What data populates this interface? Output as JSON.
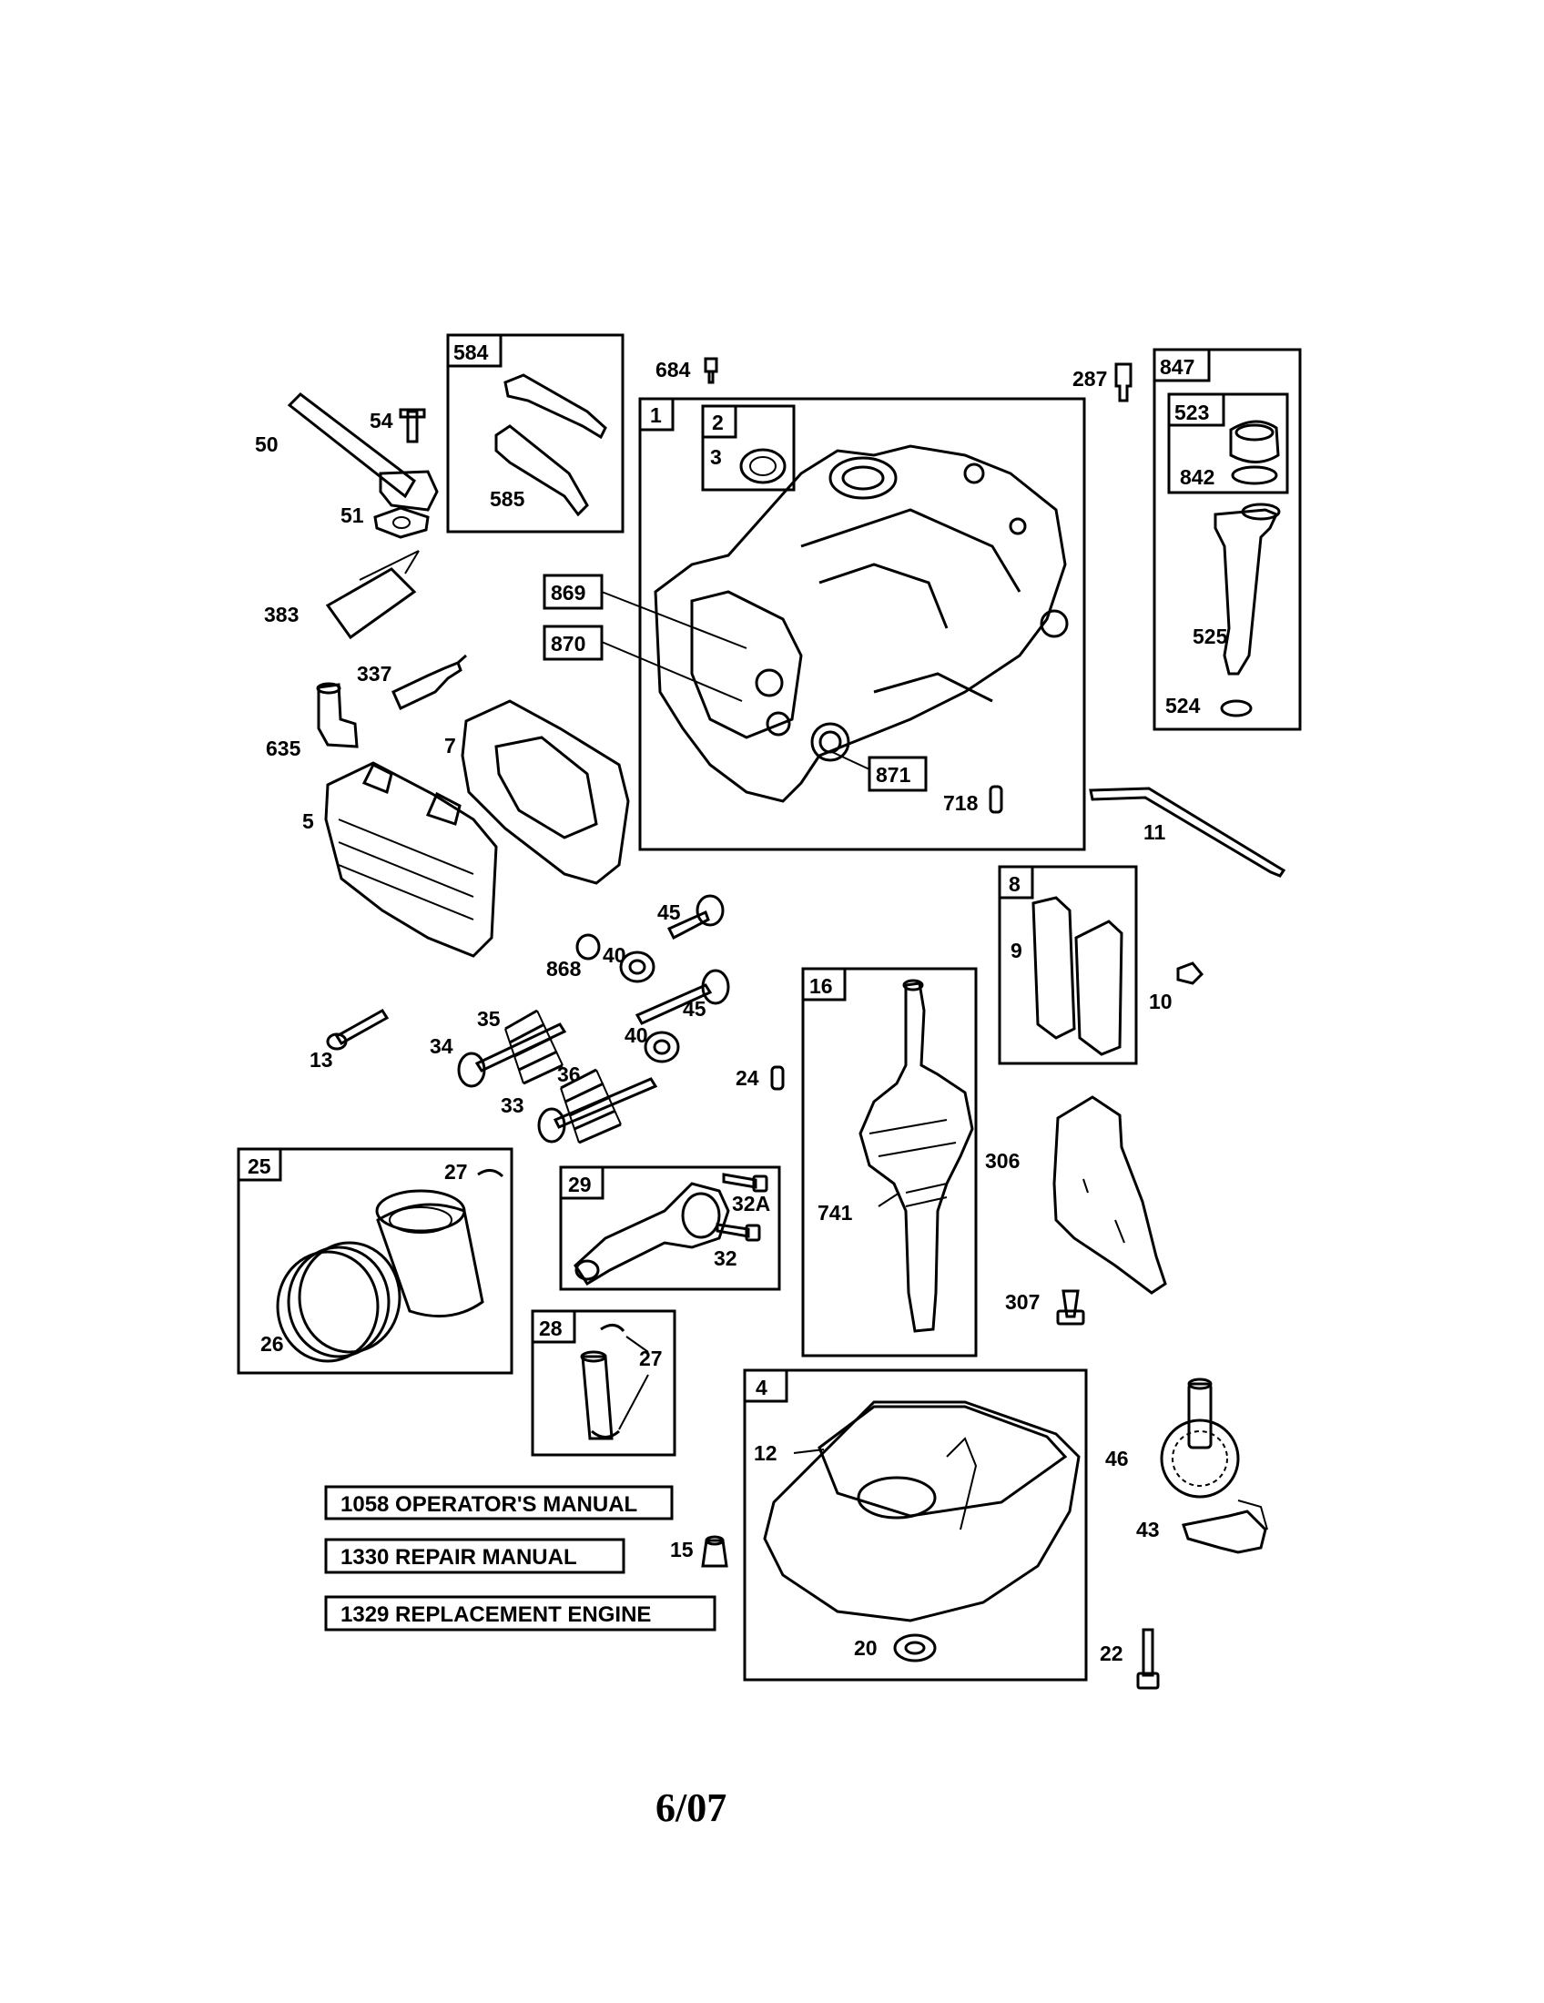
{
  "parts": {
    "p1": "1",
    "p2": "2",
    "p3": "3",
    "p4": "4",
    "p5": "5",
    "p7": "7",
    "p8": "8",
    "p9": "9",
    "p10": "10",
    "p11": "11",
    "p12": "12",
    "p13": "13",
    "p15": "15",
    "p16": "16",
    "p20": "20",
    "p22": "22",
    "p24": "24",
    "p25": "25",
    "p26": "26",
    "p27a": "27",
    "p27b": "27",
    "p28": "28",
    "p29": "29",
    "p32": "32",
    "p32a": "32A",
    "p33": "33",
    "p34": "34",
    "p35": "35",
    "p36": "36",
    "p40a": "40",
    "p40b": "40",
    "p43": "43",
    "p45a": "45",
    "p45b": "45",
    "p46": "46",
    "p50": "50",
    "p51": "51",
    "p54": "54",
    "p287": "287",
    "p306": "306",
    "p307": "307",
    "p337": "337",
    "p383": "383",
    "p523": "523",
    "p524": "524",
    "p525": "525",
    "p584": "584",
    "p585": "585",
    "p635": "635",
    "p684": "684",
    "p718": "718",
    "p741": "741",
    "p842": "842",
    "p847": "847",
    "p868": "868",
    "p869": "869",
    "p870": "870",
    "p871": "871"
  },
  "references": {
    "operators_manual": "1058 OPERATOR'S MANUAL",
    "repair_manual": "1330 REPAIR MANUAL",
    "replacement_engine": "1329 REPLACEMENT ENGINE"
  },
  "footer": {
    "date": "6/07"
  }
}
